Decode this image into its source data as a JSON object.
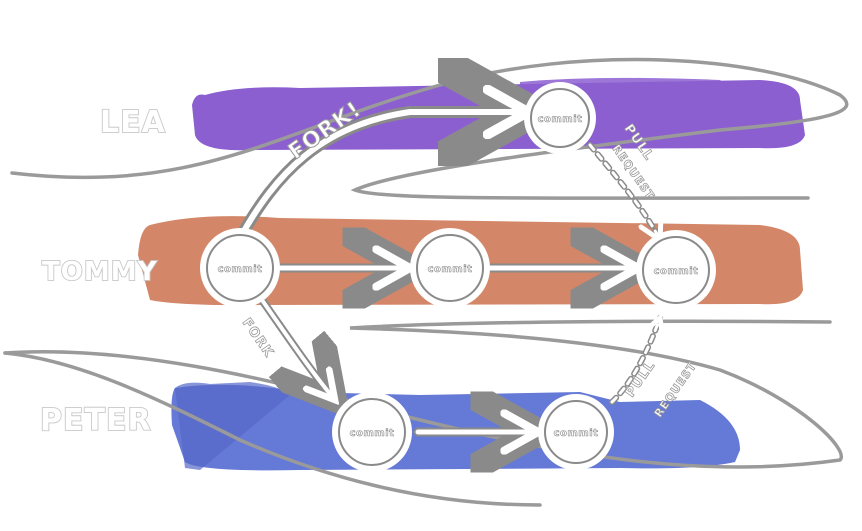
{
  "lanes": [
    {
      "id": "lea",
      "label": "LEA",
      "color": "#8c5fd0"
    },
    {
      "id": "tommy",
      "label": "TOMMY",
      "color": "#d38768"
    },
    {
      "id": "peter",
      "label": "PETER",
      "color": "#6579d6"
    }
  ],
  "node_label": "commit",
  "edge_labels": {
    "fork_top": "FORK!",
    "fork_bottom": "FORK",
    "pull_top_1": "PULL",
    "pull_top_2": "REQUEST",
    "pull_bottom_1": "PULL",
    "pull_bottom_2": "REQUEST"
  },
  "colors": {
    "curve": "#9a9a9a",
    "line": "#ffffff",
    "outline": "#8a8a8a"
  }
}
